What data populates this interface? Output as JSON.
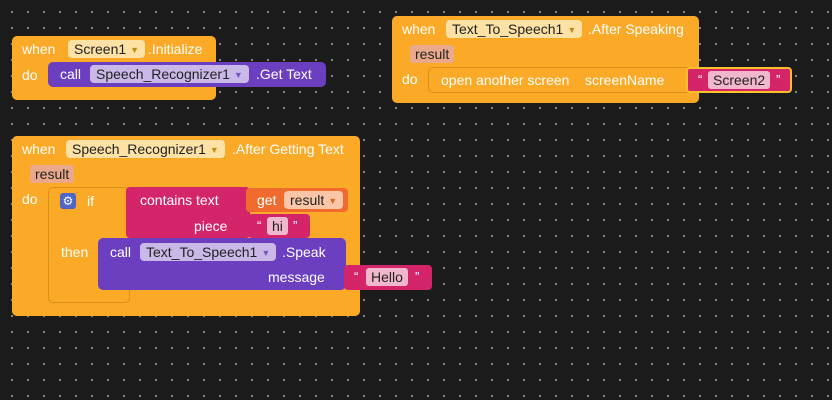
{
  "block_screen_init": {
    "when": "when",
    "component": "Screen1",
    "event": ".Initialize",
    "do": "do",
    "call": "call",
    "target": "Speech_Recognizer1",
    "method": ".Get Text"
  },
  "block_tts_after": {
    "when": "when",
    "component": "Text_To_Speech1",
    "event": ".After Speaking",
    "param": "result",
    "do": "do",
    "open_label": "open another screen",
    "arg_label": "screenName",
    "value": "Screen2"
  },
  "block_sr_after": {
    "when": "when",
    "component": "Speech_Recognizer1",
    "event": ".After Getting Text",
    "param": "result",
    "do": "do",
    "if": "if",
    "then": "then",
    "contains_label": "contains text",
    "get_label": "get",
    "get_var": "result",
    "piece_label": "piece",
    "piece_value": "hi",
    "call": "call",
    "speak_target": "Text_To_Speech1",
    "speak_method": ".Speak",
    "message_label": "message",
    "message_value": "Hello"
  },
  "icons": {
    "dropdown": "dropdown-arrow-icon",
    "mutator": "gear-icon"
  },
  "colors": {
    "event": "#fbaa27",
    "procedure": "#6b3fbf",
    "text": "#d4246a",
    "variable": "#f26b2e",
    "background": "#1b1b1b"
  }
}
